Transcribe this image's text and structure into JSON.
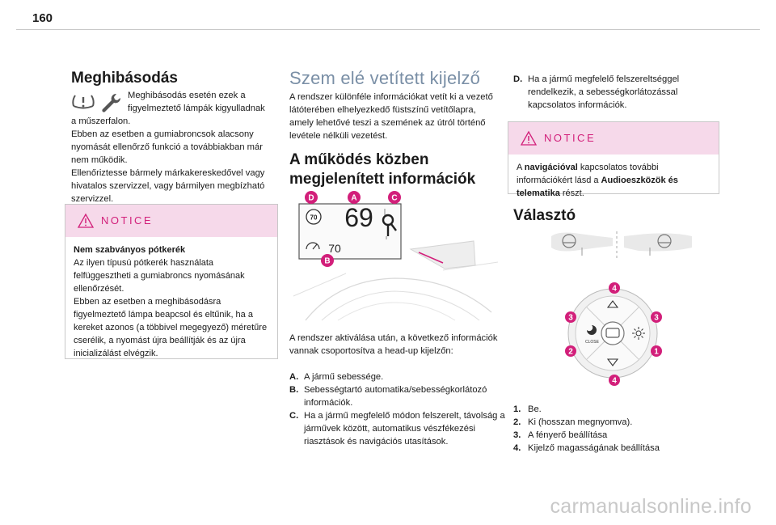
{
  "page_number": "160",
  "left": {
    "heading": "Meghibásodás",
    "intro_first": "Meghibásodás esetén ezek a",
    "intro_second": "figyelmeztető lámpák kigyulladnak",
    "intro_rest": "a műszerfalon.",
    "p2": "Ebben az esetben a gumiabroncsok alacsony nyomását ellenőrző funkció a továbbiakban már nem működik.",
    "p3": "Ellenőriztesse bármely márkakereskedővel vagy hivatalos szervizzel, vagy bármilyen megbízható szervizzel.",
    "notice": {
      "title": "NOTICE",
      "bold": "Nem szabványos pótkerék",
      "p1": "Az ilyen típusú pótkerék használata felfüggesztheti a gumiabroncs nyomásának ellenőrzését.",
      "p2": "Ebben az esetben a meghibásodásra figyelmeztető lámpa beapcsol és eltűnik, ha a kereket azonos (a többivel megegyező) méretűre cserélik, a nyomást újra beállítják és az újra inicializálást elvégzik."
    }
  },
  "middle": {
    "heading": "Szem elé vetített kijelző",
    "intro": "A rendszer különféle információkat vetít ki a vezető látóterében elhelyezkedő füstszínű vetítőlapra, amely lehetővé teszi a szemének az útról történő levétele nélküli vezetést.",
    "subheading": "A működés közben megjelenített információk",
    "diagram": {
      "badges": [
        "D",
        "A",
        "C",
        "B"
      ],
      "speed": "69",
      "limit_sign": "70",
      "limit_value": "70"
    },
    "after": "A rendszer aktiválása után, a következő információk vannak csoportosítva a head-up kijelzőn:",
    "items": [
      {
        "k": "A.",
        "v": "A jármű sebessége."
      },
      {
        "k": "B.",
        "v": "Sebességtartó automatika/sebességkorlátozó információk."
      },
      {
        "k": "C.",
        "v": "Ha a jármű megfelelő módon felszerelt, távolság a járművek között, automatikus vészfékezési riasztások és navigációs utasítások."
      }
    ]
  },
  "right": {
    "item_d": {
      "k": "D.",
      "v": "Ha a jármű megfelelő felszereltséggel rendelkezik, a sebességkorlátozással kapcsolatos információk."
    },
    "notice": {
      "title": "NOTICE",
      "t1": "A ",
      "b1": "navigációval",
      "t2": " kapcsolatos további információkért lásd a ",
      "b2": "Audioeszközök és telematika",
      "t3": " részt."
    },
    "heading": "Választó",
    "controller": {
      "badges": [
        "4",
        "3",
        "3",
        "2",
        "1",
        "4"
      ],
      "close_label": "CLOSE"
    },
    "items": [
      {
        "k": "1.",
        "v": "Be."
      },
      {
        "k": "2.",
        "v": "Ki (hosszan megnyomva)."
      },
      {
        "k": "3.",
        "v": "A fényerő beállítása"
      },
      {
        "k": "4.",
        "v": "Kijelző magasságának beállítása"
      }
    ]
  },
  "watermark": "carmanualsonline.info",
  "colors": {
    "accent": "#d21f7a",
    "notice_bg": "#f6d9ea",
    "heading_light": "#7a8fa6"
  }
}
